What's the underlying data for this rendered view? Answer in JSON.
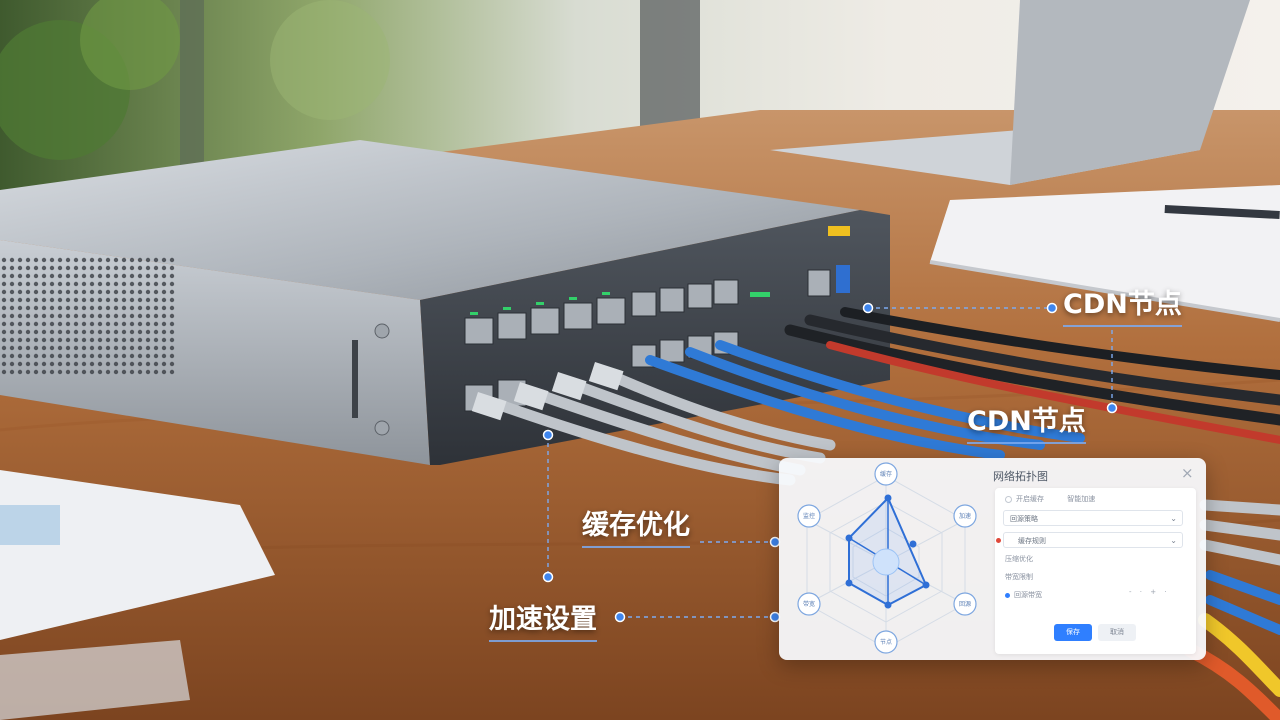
{
  "callouts": {
    "cdn_node_1": "CDN节点",
    "cdn_node_2": "CDN节点",
    "cache_optimization": "缓存优化",
    "acceleration_settings": "加速设置"
  },
  "panel": {
    "title": "网络拓扑图",
    "close_glyph": "×",
    "radar_nodes": [
      "缓存",
      "加速",
      "回源",
      "节点",
      "带宽",
      "监控"
    ],
    "form": {
      "checkbox_1": "开启缓存",
      "checkbox_2": "智能加速",
      "select_1": "回源策略",
      "select_2": "缓存规则",
      "row_1": "压缩优化",
      "row_2": "带宽限制",
      "row_3": "回源带宽",
      "stepper": "- · + ·",
      "primary_button": "保存",
      "secondary_button": "取消"
    }
  },
  "colors": {
    "accent": "#2f7fff",
    "callout_line": "#7daaf0",
    "wood": "#a86a3a",
    "cable_blue": "#2f7ad6",
    "cable_gray": "#b9bec4"
  }
}
